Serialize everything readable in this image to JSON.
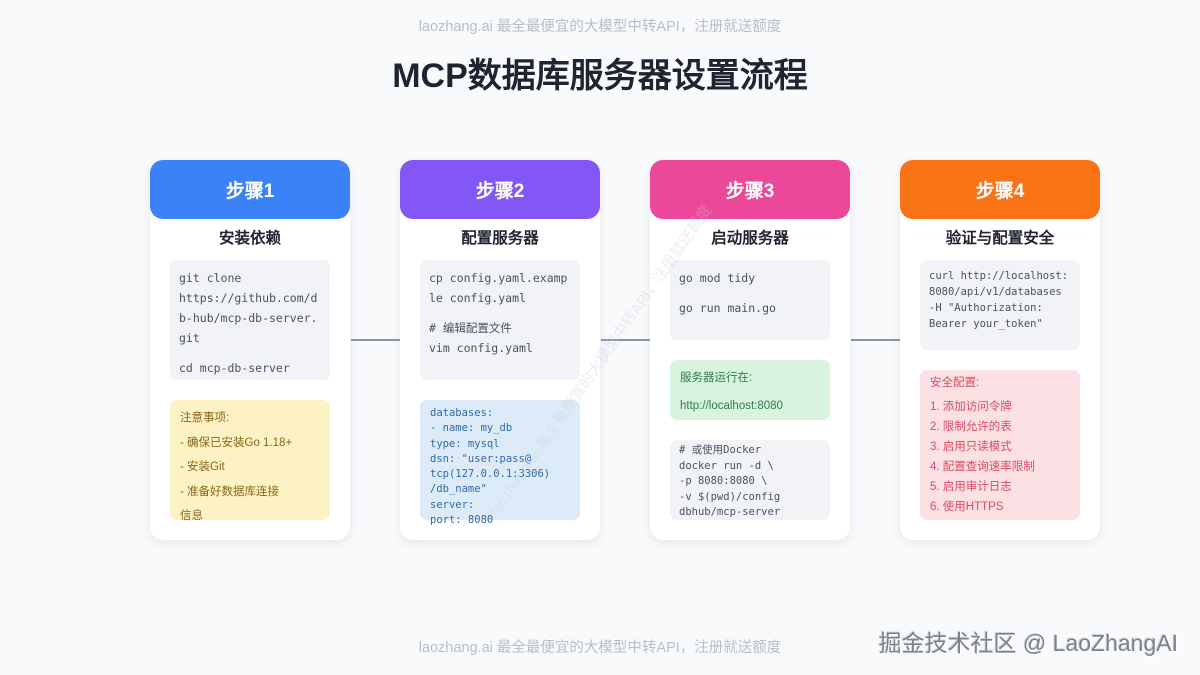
{
  "page": {
    "title": "MCP数据库服务器设置流程",
    "top_watermark": "laozhang.ai 最全最便宜的大模型中转API，注册就送额度",
    "diagonal_watermark": "laozhang.ai 最全最便宜的大模型中转API，注册就送额度",
    "background_color": "#f8fafc",
    "title_color": "#1f2430"
  },
  "footer": {
    "note": "laozhang.ai 最全最便宜的大模型中转API，注册就送额度",
    "brand": "掘金技术社区 @ LaoZhangAI"
  },
  "connector": {
    "icon": "arrow-right-icon",
    "color": "#8a96ab",
    "count": 3
  },
  "cards": [
    {
      "step_label": "步骤1",
      "header_color": "#3b82f6",
      "title": "安装依赖",
      "code": "git clone https://github.com/db-hub/mcp-db-server.git\n\ncd mcp-db-server",
      "note": {
        "style": "yellow",
        "bg_color": "#fdf2c4",
        "text_color": "#8a6515",
        "lines": [
          "注意事项:",
          "- 确保已安装Go 1.18+",
          "- 安装Git",
          "- 准备好数据库连接",
          "信息"
        ]
      }
    },
    {
      "step_label": "步骤2",
      "header_color": "#8257f5",
      "title": "配置服务器",
      "code": "cp config.yaml.example config.yaml\n\n# 编辑配置文件\nvim config.yaml",
      "note": {
        "style": "blue",
        "bg_color": "#ddebf9",
        "text_color": "#2f6ba8",
        "lines": [
          "databases:",
          "- name: my_db",
          "type: mysql",
          "dsn: \"user:pass@",
          "tcp(127.0.0.1:3306)",
          "/db_name\"",
          "server:",
          "port: 8080"
        ]
      }
    },
    {
      "step_label": "步骤3",
      "header_color": "#ec4899",
      "title": "启动服务器",
      "code": "go mod tidy\n\ngo run main.go",
      "note": {
        "style": "green",
        "bg_color": "#d8f3de",
        "text_color": "#2f7d4f",
        "lines": [
          "服务器运行在:",
          "http://localhost:8080"
        ]
      },
      "code2": "# 或使用Docker\ndocker run -d \\\n-p 8080:8080 \\\n-v $(pwd)/config\ndbhub/mcp-server"
    },
    {
      "step_label": "步骤4",
      "header_color": "#f97316",
      "title": "验证与配置安全",
      "code": "curl http://localhost:8080/api/v1/databases -H \"Authorization: Bearer your_token\"",
      "note": {
        "style": "red",
        "bg_color": "#fce1e4",
        "text_color": "#dc4a63",
        "lines": [
          "安全配置:",
          "1. 添加访问令牌",
          "2. 限制允许的表",
          "3. 启用只读模式",
          "4. 配置查询速率限制",
          "5. 启用审计日志",
          "6. 使用HTTPS"
        ]
      }
    }
  ]
}
